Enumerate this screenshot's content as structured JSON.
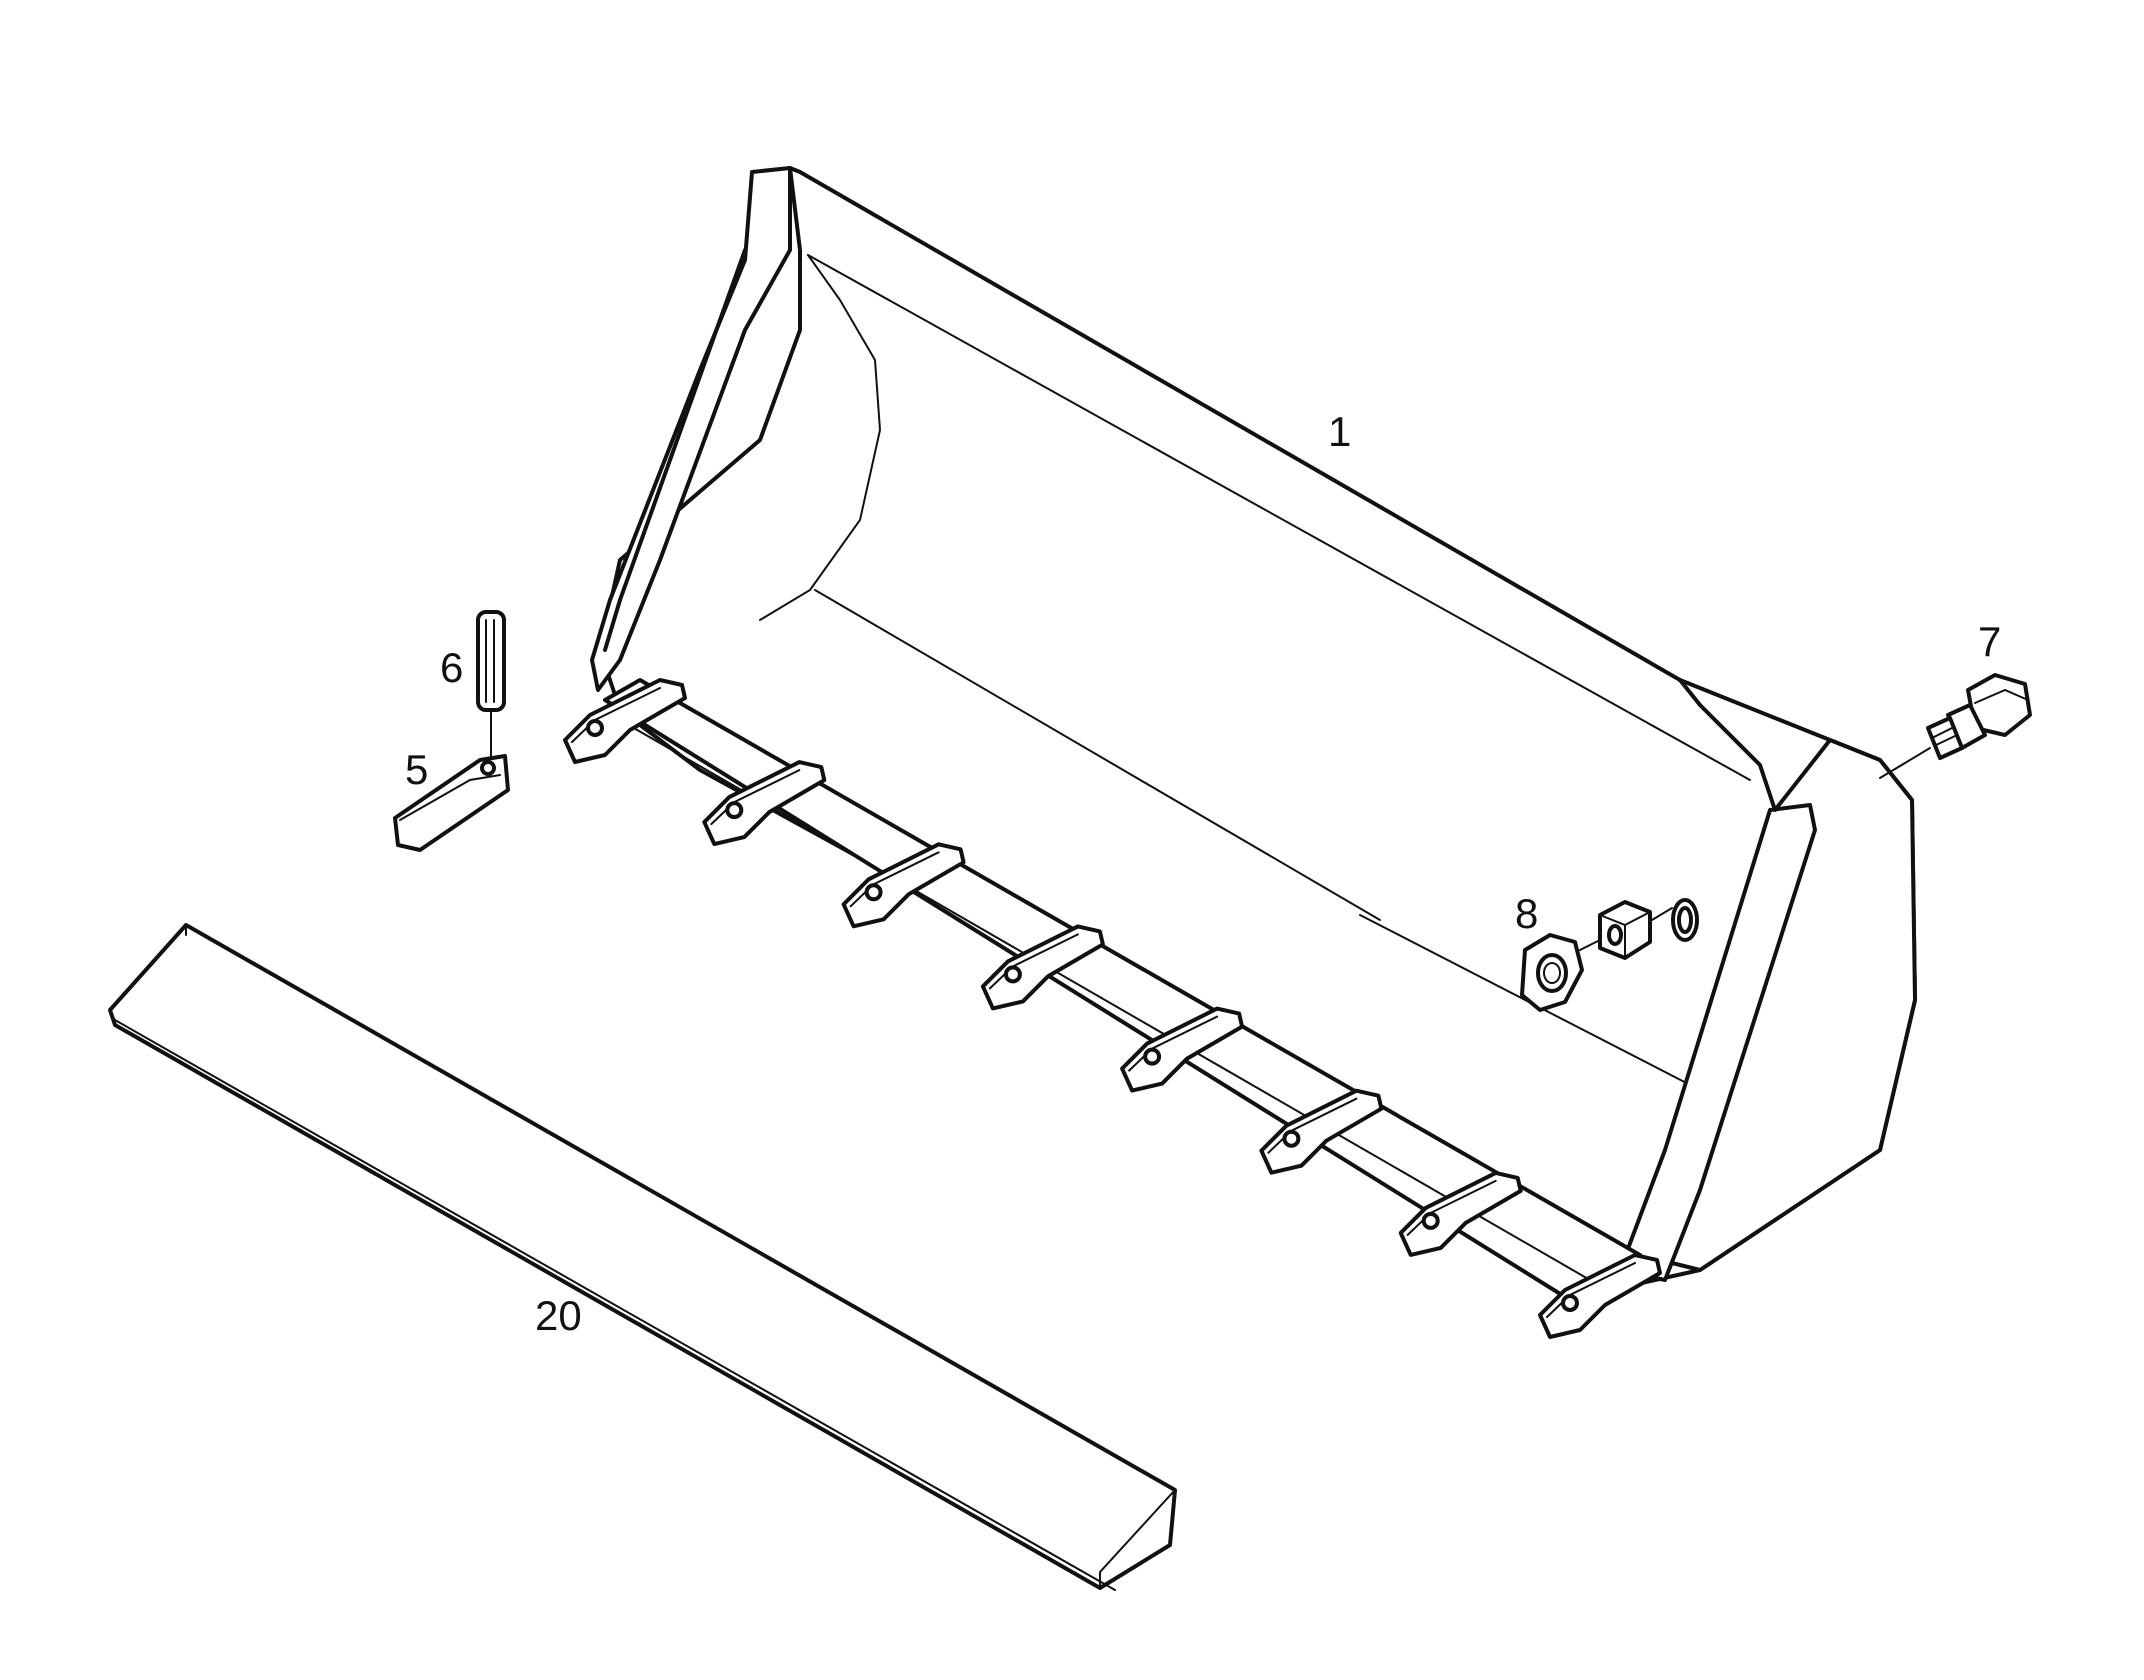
{
  "diagram": {
    "callouts": {
      "bucket": "1",
      "tooth": "5",
      "pin": "6",
      "bolt": "7",
      "nut": "8",
      "cutting_edge": "20"
    },
    "tooth_count": 8
  }
}
